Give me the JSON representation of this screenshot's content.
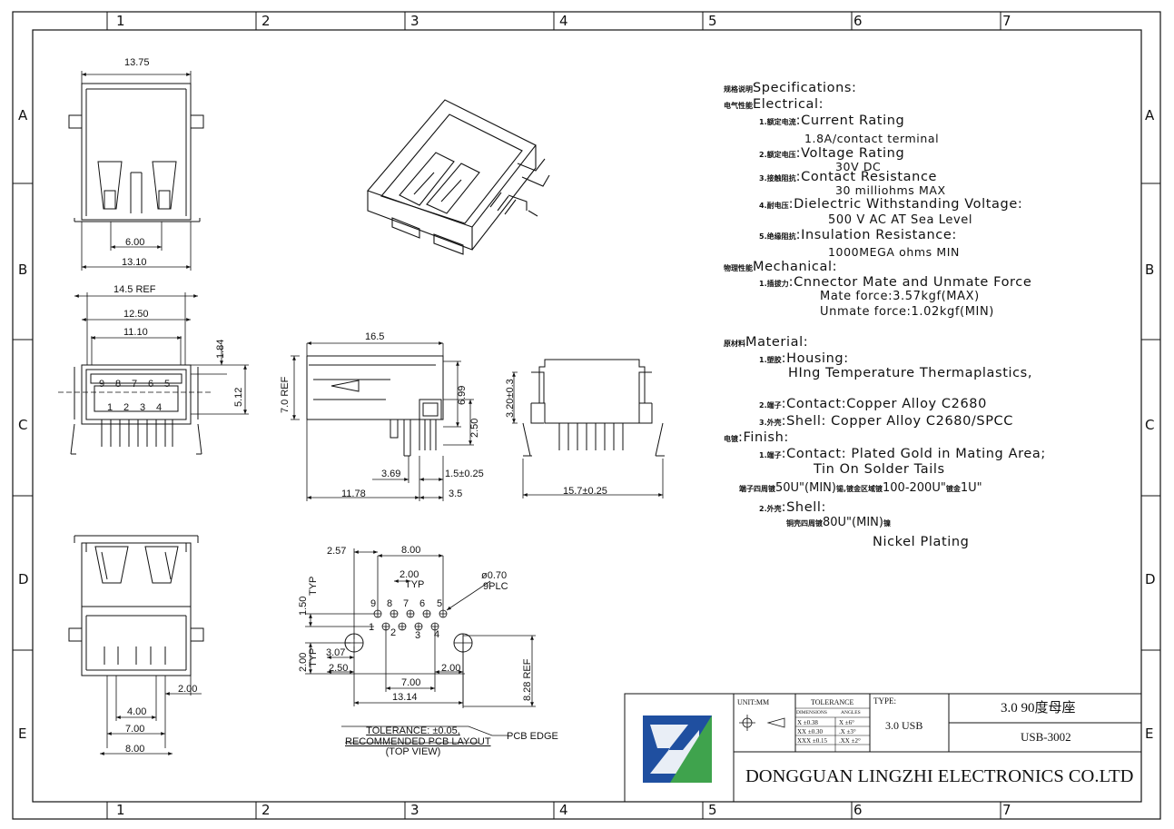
{
  "grid": {
    "cols": [
      "1",
      "2",
      "3",
      "4",
      "5",
      "6",
      "7"
    ],
    "rows": [
      "A",
      "B",
      "C",
      "D",
      "E"
    ]
  },
  "top_view": {
    "d_width": "13.75",
    "d_inner": "6.00",
    "d_base": "13.10"
  },
  "front_view": {
    "d_ref": "14.5 REF",
    "d_12_50": "12.50",
    "d_11_10": "11.10",
    "d_1_84": "1.84",
    "d_5_12": "5.12",
    "pins_top": [
      "9",
      "8",
      "7",
      "6",
      "5"
    ],
    "pins_bottom": [
      "1",
      "2",
      "3",
      "4"
    ]
  },
  "side_view": {
    "d_16_5": "16.5",
    "d_7_ref": "7.0 REF",
    "d_6_99": "6.99",
    "d_2_50": "2.50",
    "d_3_69": "3.69",
    "d_1_5": "1.5±0.25",
    "d_11_78": "11.78",
    "d_3_5": "3.5"
  },
  "rear_view": {
    "d_3_20": "3.20±0.3",
    "d_15_7": "15.7±0.25"
  },
  "bottom_view": {
    "d_2_00": "2.00",
    "d_4_00": "4.00",
    "d_7_00": "7.00",
    "d_8_00": "8.00"
  },
  "pcb_layout": {
    "d_2_57": "2.57",
    "d_8_00": "8.00",
    "d_2_00_typ": "2.00",
    "typ": "TYP",
    "d_1_50": "1.50",
    "d_0_70": "ø0.70",
    "plc": "9PLC",
    "d_2_00_left": "2.00",
    "d_3_07": "3.07",
    "d_2_50": "2.50",
    "d_7_00": "7.00",
    "d_2_00_right": "2.00",
    "d_13_14": "13.14",
    "d_8_28_ref": "8.28 REF",
    "pins_top": [
      "9",
      "8",
      "7",
      "6",
      "5"
    ],
    "pins_bottom": [
      "1",
      "2",
      "3",
      "4"
    ],
    "pcb_edge": "PCB EDGE",
    "note_1": "TOLERANCE: ±0.05,",
    "note_2": "RECOMMENDED PCB LAYOUT",
    "note_3": "(TOP VIEW)"
  },
  "specs": {
    "title_cn": "规格说明",
    "title": "Specifications:",
    "electrical_cn": "电气性能",
    "electrical": "Electrical:",
    "e1_cn": "1.额定电流",
    "e1": ":Current Rating",
    "e1_v": "1.8A/contact terminal",
    "e2_cn": "2.额定电压",
    "e2": ":Voltage Rating",
    "e2_v": "30V DC",
    "e3_cn": "3.接触阻抗",
    "e3": ":Contact Resistance",
    "e3_v": "30 milliohms MAX",
    "e4_cn": "4.耐电压",
    "e4": ":Dielectric Withstanding Voltage:",
    "e4_v": "500 V AC AT Sea Level",
    "e5_cn": "5.绝缘阻抗",
    "e5": ":Insulation Resistance:",
    "e5_v": "1000MEGA ohms MIN",
    "mech_cn": "物理性能",
    "mech": "Mechanical:",
    "m1_cn": "1.插拔力",
    "m1": ":Cnnector Mate and Unmate Force",
    "m1_v1": "Mate force:3.57kgf(MAX)",
    "m1_v2": "Unmate force:1.02kgf(MIN)",
    "mat_cn": "原材料",
    "mat": "Material:",
    "h_cn": "1.塑胶",
    "h": ":Housing:",
    "h_v": "HIng Temperature   Thermaplastics,",
    "c_cn": "2.端子",
    "c": ":Contact:Copper Alloy C2680",
    "s_cn": "3.外壳",
    "s": ":Shell: Copper Alloy C2680/SPCC",
    "fin_cn": "电镀",
    "fin": ":Finish:",
    "f1_cn": "1.端子",
    "f1": ":Contact: Plated Gold in Mating Area;",
    "f1_v": "Tin On Solder Tails",
    "f1_cn2": "端子四周镀",
    "f1_v2a": "50U\"(MIN)",
    "f1_cn3": "锡,镀金区域镀",
    "f1_v2b": "100-200U\"",
    "f1_cn4": "镀金",
    "f1_v2c": "1U\"",
    "f2_cn": "2.外壳",
    "f2": ":Shell:",
    "f2_cn2": "铜壳四周镀",
    "f2_v": "80U\"(MIN)",
    "f2_cn3": "镍",
    "f2_v2": "Nickel Plating"
  },
  "title_block": {
    "unit": "UNIT:MM",
    "tolerance": "TOLERANCE",
    "dimensions": "DIMENSIONS",
    "angles": "ANGLES",
    "t1": "X  ±0.38",
    "t2": "XX  ±0.30",
    "t3": "XXX ±0.15",
    "a1": "X  ±6°",
    "a2": ".X  ±3°",
    "a3": ".XX ±2°",
    "type_label": "TYPE:",
    "type_value": "3.0 USB",
    "product_name": "3.0 90度母座",
    "part_no": "USB-3002",
    "company": "DONGGUAN LINGZHI ELECTRONICS CO.LTD",
    "logo_colors": [
      "#1f4fa0",
      "#3fa34d"
    ]
  }
}
